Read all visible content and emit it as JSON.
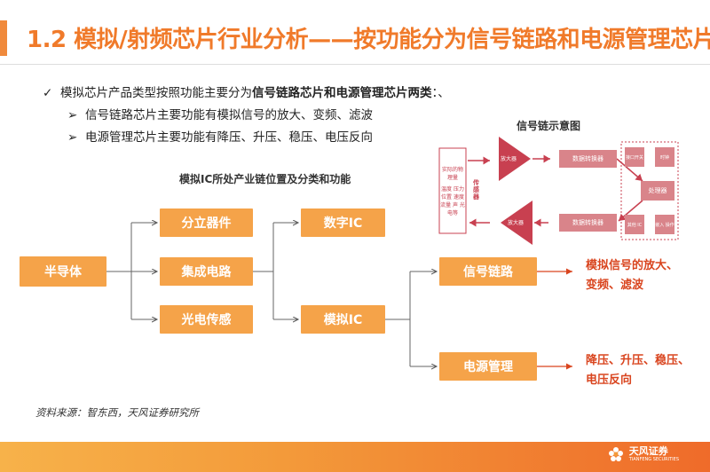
{
  "header": {
    "title": "1.2 模拟/射频芯片行业分析——按功能分为信号链路和电源管理芯片"
  },
  "bullets": {
    "main_prefix": "模拟芯片产品类型按照功能主要分为",
    "main_bold": "信号链路芯片和电源管理芯片两类",
    "main_suffix": "：、",
    "sub1": "信号链路芯片主要功能有模拟信号的放大、变频、滤波",
    "sub2": "电源管理芯片主要功能有降压、升压、稳压、电压反向"
  },
  "tree": {
    "caption": "模拟IC所处产业链位置及分类和功能",
    "root": "半导体",
    "level1": [
      "分立器件",
      "集成电路",
      "光电传感"
    ],
    "level2": [
      "数字IC",
      "模拟IC"
    ],
    "level3": [
      "信号链路",
      "电源管理"
    ],
    "results": [
      [
        "模拟信号的放大、",
        "变频、滤波"
      ],
      [
        "降压、升压、稳压、",
        "电压反向"
      ]
    ]
  },
  "signal_diagram": {
    "title": "信号链示意图",
    "physical": "实际的物理量",
    "physical_items": "温度 压力 位置 速度 流量 声 光 电等",
    "sensor": "传感器",
    "amp": "放大器",
    "converter": "数据转换器",
    "processor": "处理器",
    "side_items": [
      "接口开关",
      "时钟",
      "其他 IC",
      "嵌入 操作"
    ]
  },
  "source": "资料来源：智东西，天风证券研究所",
  "footer": {
    "logo_text": "天风证券",
    "logo_sub": "TIANFENG SECURITIES"
  },
  "colors": {
    "accent": "#f07a2a",
    "box": "#f5a349",
    "result": "#d9451f",
    "diagram": "#c84050"
  }
}
